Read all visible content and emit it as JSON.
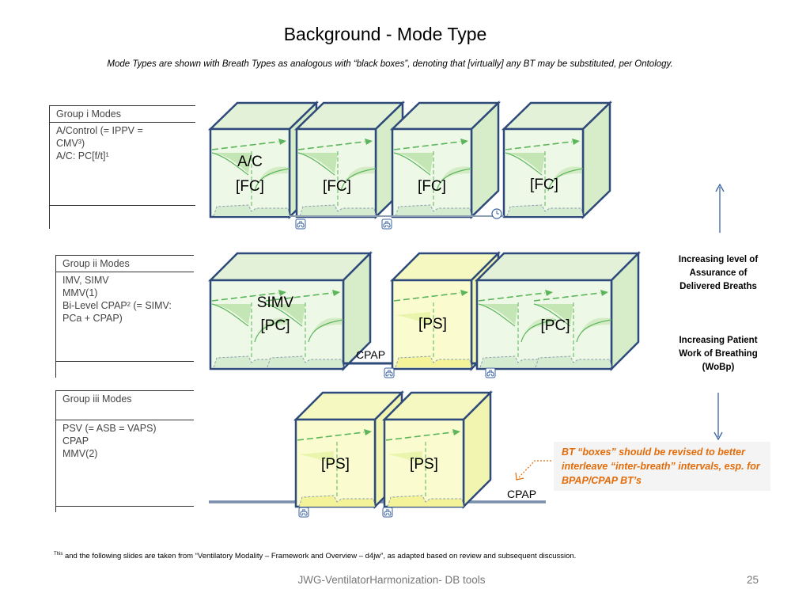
{
  "title": "Background - Mode Type",
  "subtitle": "Mode Types are shown with Breath Types as analogous with “black boxes”, denoting that [virtually] any BT may be substituted, per Ontology.",
  "groups": [
    {
      "header": "Group i Modes",
      "lines": [
        "A/Control (= IPPV =",
        "CMV³)",
        " A/C: PC[f/t]¹"
      ]
    },
    {
      "header": "Group ii Modes",
      "lines": [
        "IMV, SIMV",
        "MMV(1)",
        " Bi-Level CPAP² (= SIMV:",
        "PCa + CPAP)"
      ]
    },
    {
      "header": "Group iii Modes",
      "lines": [
        "PSV (= ASB = VAPS)",
        "CPAP",
        " MMV(2)"
      ]
    }
  ],
  "cube_labels": {
    "row1": [
      "A/C",
      "[FC]",
      "[FC]",
      "[FC]",
      "[FC]"
    ],
    "row2": [
      "SIMV",
      "[PC]",
      "[PS]",
      "[PC]"
    ],
    "row3": [
      "[PS]",
      "[PS]"
    ]
  },
  "cpap_labels": [
    "CPAP",
    "CPAP"
  ],
  "side": {
    "assurance": "Increasing level of Assurance of Delivered Breaths",
    "wobp": "Increasing Patient Work of Breathing (WoBp)"
  },
  "note": "BT “boxes” should be revised to better interleave “inter-breath” intervals, esp. for BPAP/CPAP BT’s",
  "footnote": {
    "superscript": "This",
    "text": " and the following slides are taken from “Ventilatory Modality – Framework and Overview – d4jw”, as adapted based on  review and subsequent discussion."
  },
  "footer": {
    "center": "JWG-VentilatorHarmonization- DB tools",
    "page": "25"
  },
  "colors": {
    "cube_edge": "#2e4a7a",
    "cube_green_front": "#e8f5df",
    "cube_green_side": "#d7ecc8",
    "cube_yellow_front": "#fafccf",
    "cube_yellow_side": "#f2f5b0",
    "waveform": "#5bb55b",
    "note_orange": "#e36c09",
    "arrow_blue": "#3a62a0"
  },
  "icons": [
    "lung-icon",
    "timer-icon",
    "arrow-up-icon",
    "arrow-down-icon",
    "orange-dashed-arrow-icon"
  ]
}
